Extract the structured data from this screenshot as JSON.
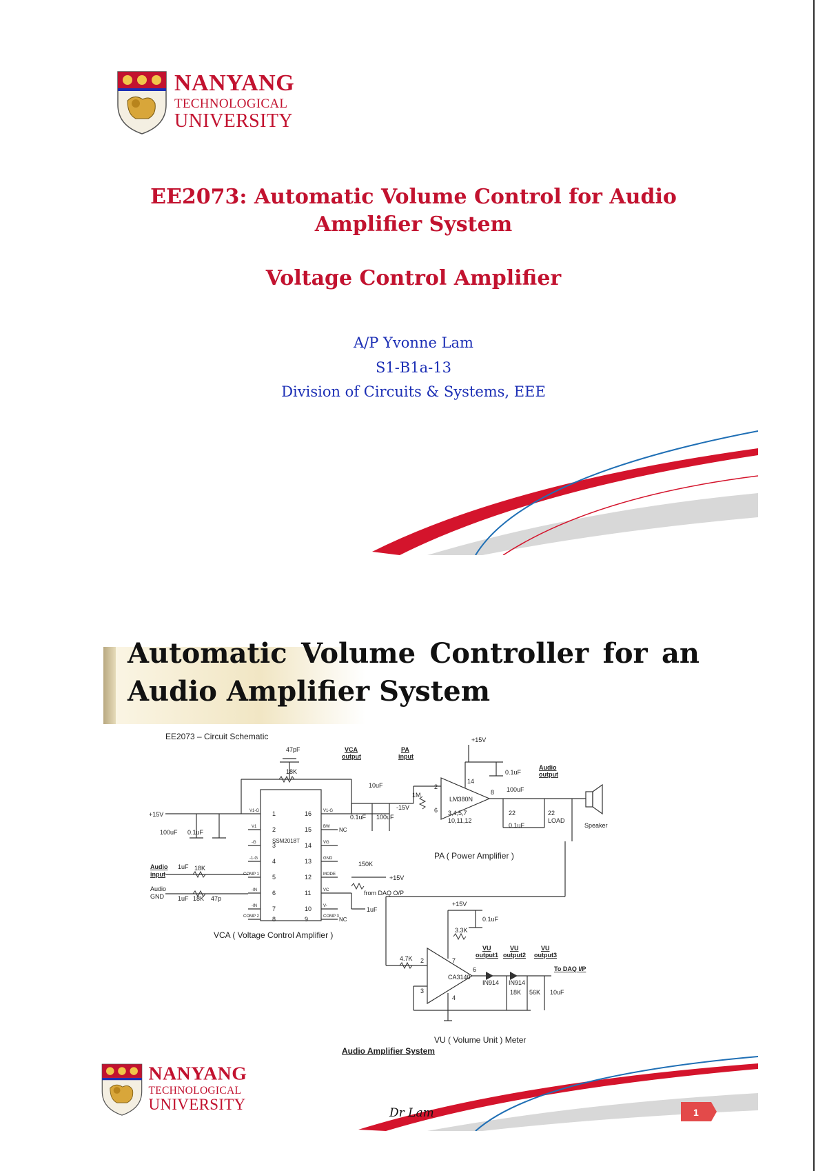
{
  "logo": {
    "line1": "NANYANG",
    "line2": "TECHNOLOGICAL",
    "line3": "UNIVERSITY"
  },
  "cover": {
    "title_line1": "EE2073: Automatic Volume Control for Audio",
    "title_line2": "Amplifier System",
    "subtitle": "Voltage Control Amplifier",
    "author": "A/P Yvonne Lam",
    "office": "S1-B1a-13",
    "division": "Division of Circuits & Systems, EEE"
  },
  "slide": {
    "title_words_line1": [
      "Automatic",
      "Volume",
      "Controller",
      "for",
      "an"
    ],
    "title_line2": "Audio Amplifier System",
    "schematic": {
      "heading": "EE2073 – Circuit Schematic",
      "vca_label": "VCA ( Voltage Control Amplifier )",
      "pa_label": "PA ( Power Amplifier )",
      "vu_label": "VU ( Volume Unit ) Meter",
      "caption": "Audio Amplifier System",
      "chip_vca": "SSM2018T",
      "chip_pa": "LM380N",
      "chip_vu": "CA3140",
      "labels": {
        "c47p": "47pF",
        "r18k_top": "18K",
        "vca_output": "VCA",
        "vca_output2": "output",
        "pa_input": "PA",
        "pa_input2": "input",
        "c10u": "10uF",
        "m15": "-15V",
        "r1m": "1M",
        "p15_pa": "+15V",
        "c01_pa": "0.1uF",
        "audio_out": "Audio",
        "audio_out2": "output",
        "c100_pa": "100uF",
        "r22a": "22",
        "r22b": "22",
        "load": "LOAD",
        "c01_pa2": "0.1uF",
        "pins_pa": "3,4,5,7",
        "pins_pa2": "10,11,12",
        "speaker": "Speaker",
        "p15_vca": "+15V",
        "c100_vca": "100uF",
        "c01_vca": "0.1uF",
        "c01_mid": "0.1uF",
        "c100_mid": "100uF",
        "audio_in": "Audio",
        "audio_in2": "input",
        "c1u_a": "1uF",
        "r18k_b": "18K",
        "audio_gnd": "Audio",
        "audio_gnd2": "GND",
        "c1u_b": "1uF",
        "r18k_c": "18K",
        "c47p_b": "47p",
        "r150k": "150K",
        "p15_mid": "+15V",
        "from_daq": "from DAQ O/P",
        "c1u_c": "1uF",
        "nc1": "NC",
        "nc2": "NC",
        "p15_vu": "+15V",
        "c01_vu": "0.1uF",
        "r33k": "3.3K",
        "r47k": "4.7K",
        "vu1": "VU",
        "vu1b": "output1",
        "vu2": "VU",
        "vu2b": "output2",
        "vu3": "VU",
        "vu3b": "output3",
        "to_daq": "To DAQ I/P",
        "d1": "IN914",
        "d2": "IN914",
        "r18k_vu": "18K",
        "r56k": "56K",
        "c10u_vu": "10uF"
      },
      "vca_pins_left": [
        "1",
        "2",
        "3",
        "4",
        "5",
        "6",
        "7",
        "8"
      ],
      "vca_pins_right": [
        "16",
        "15",
        "14",
        "13",
        "12",
        "11",
        "10",
        "9"
      ],
      "vca_names_left": [
        "V1-G",
        "V1",
        "-G",
        "-1-G",
        "COMP 1",
        "-IN",
        "-IN",
        "COMP 2"
      ],
      "vca_names_right": [
        "V1-G",
        "BW",
        "VG",
        "GND",
        "MODE",
        "VC",
        "V-",
        "COMP 3"
      ],
      "pa_pins": [
        "2",
        "6",
        "14",
        "8"
      ],
      "vu_pins": [
        "2",
        "3",
        "7",
        "6",
        "4"
      ]
    },
    "footer_author": "Dr Lam",
    "page_number": "1"
  },
  "colors": {
    "ntu_red": "#c2122f",
    "author_blue": "#1c2fb5",
    "swoosh_red": "#d4142c",
    "swoosh_blue": "#1f6fb5",
    "swoosh_grey": "#d3d3d3"
  }
}
